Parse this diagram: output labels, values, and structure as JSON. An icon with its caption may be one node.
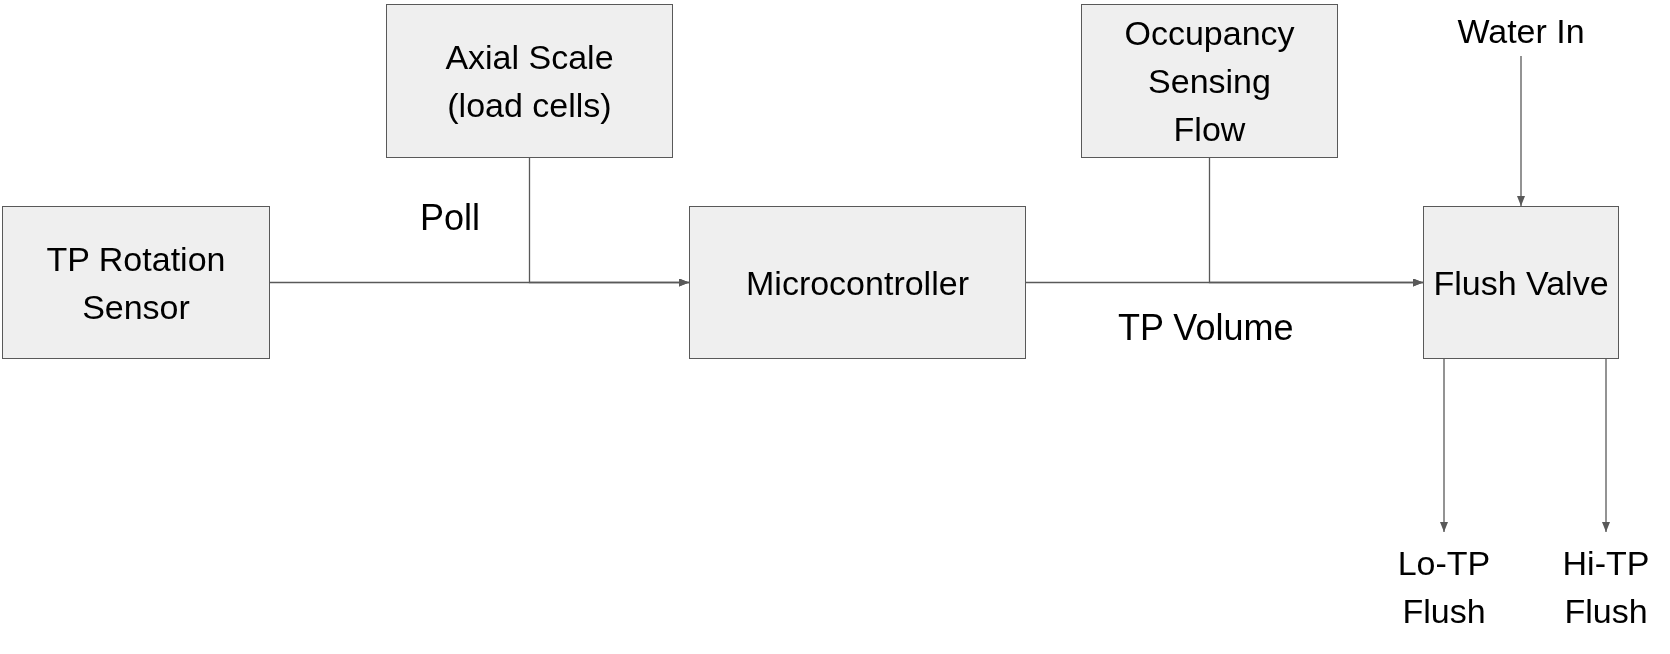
{
  "diagram": {
    "nodes": [
      {
        "text": [
          "TP Rotation Sensor"
        ]
      },
      {
        "text": [
          "Axial Scale (load cells)"
        ]
      },
      {
        "text": [
          "Microcontroller"
        ]
      },
      {
        "text": [
          "Occupancy Sensing Flow"
        ]
      },
      {
        "text": [
          "Water In"
        ]
      },
      {
        "text": [
          "Flush Valve"
        ]
      },
      {
        "text": [
          "Lo-TP Flush"
        ]
      },
      {
        "text": [
          "Hi-TP Flush"
        ]
      }
    ],
    "edges": [
      {
        "from": 0,
        "to": 2,
        "arrow": "to",
        "label": "Poll"
      },
      {
        "from": 1,
        "to": 2,
        "arrow": "to"
      },
      {
        "from": 2,
        "to": 5,
        "arrow": "to",
        "label": "TP Volume"
      },
      {
        "from": 3,
        "to": 5,
        "arrow": "to"
      },
      {
        "from": 4,
        "to": 5,
        "arrow": "to"
      },
      {
        "from": 5,
        "to": 6,
        "arrow": "to"
      },
      {
        "from": 5,
        "to": 7,
        "arrow": "to"
      }
    ]
  }
}
